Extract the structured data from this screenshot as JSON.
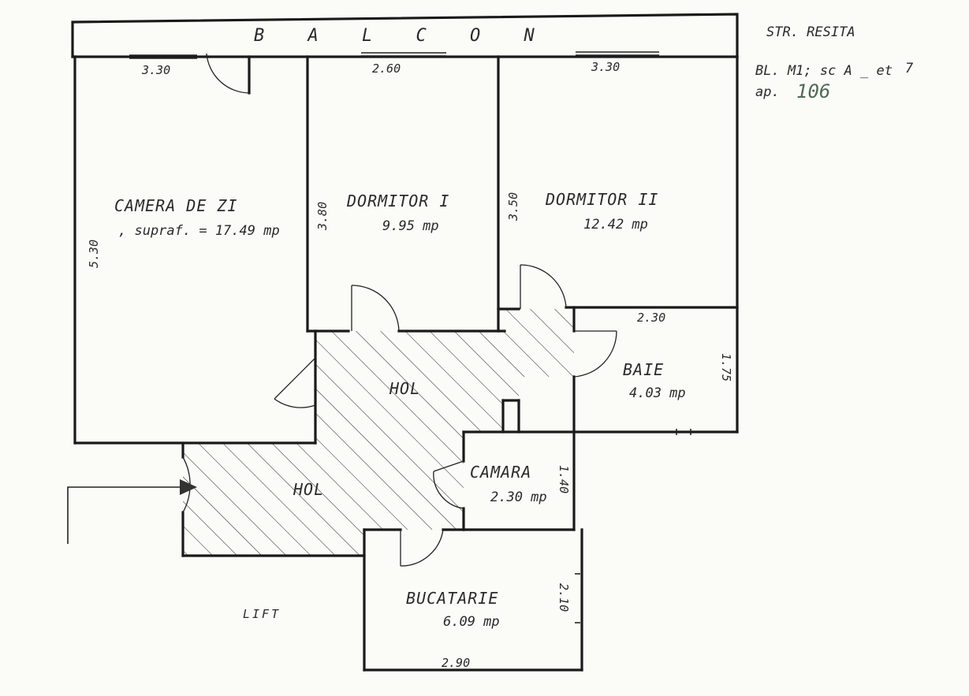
{
  "plan": {
    "balcony_label": "B A L C O N",
    "address": {
      "street": "STR. RESITA",
      "block": "BL. M1; sc A _ et",
      "floor": "7",
      "apartment_prefix": "ap.",
      "apartment_number": "106"
    },
    "rooms": {
      "camera_de_zi": {
        "name": "CAMERA DE ZI",
        "area": ", supraf. = 17.49 mp"
      },
      "dormitor_1": {
        "name": "DORMITOR I",
        "area": "9.95 mp"
      },
      "dormitor_2": {
        "name": "DORMITOR II",
        "area": "12.42 mp"
      },
      "baie": {
        "name": "BAIE",
        "area": "4.03 mp"
      },
      "hol_upper": {
        "name": "HOL"
      },
      "hol_lower": {
        "name": "HOL"
      },
      "camara": {
        "name": "CAMARA",
        "area": "2.30 mp"
      },
      "bucatarie": {
        "name": "BUCATARIE",
        "area": "6.09 mp"
      },
      "lift": {
        "name": "LIFT"
      }
    },
    "dimensions": {
      "camera_width": "3.30",
      "dormitor1_width": "2.60",
      "dormitor2_width": "3.30",
      "camera_depth": "5.30",
      "dormitor1_depth": "3.80",
      "dormitor2_depth": "3.50",
      "baie_width": "2.30",
      "baie_depth": "1.75",
      "camara_depth": "1.40",
      "bucatarie_depth": "2.10",
      "bucatarie_width": "2.90"
    }
  }
}
